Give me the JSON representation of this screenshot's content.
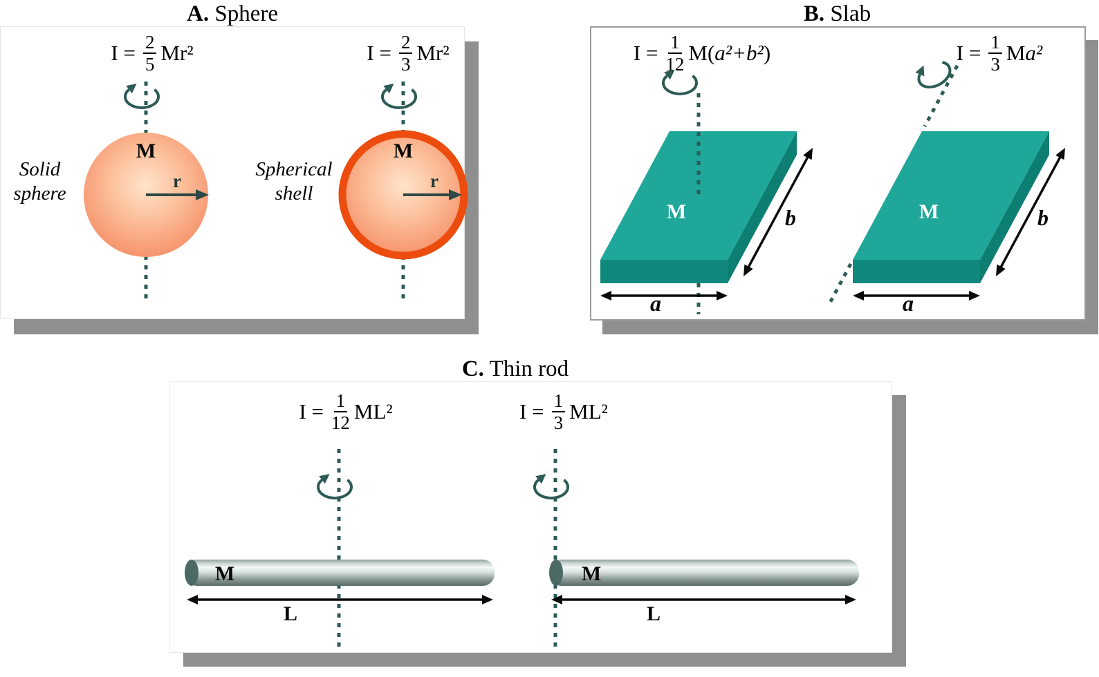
{
  "colors": {
    "slab_top": "#1fa79a",
    "slab_front": "#10887c",
    "slab_side": "#0d7e72",
    "sphere_center": "#ffe4cb",
    "sphere_edge": "#f58e66",
    "shell_ring": "#ec4c0e",
    "axis_dotted": "#2d5b55",
    "panel_shadow": "#8f8f8f"
  },
  "panels": {
    "A": {
      "title_letter": "A.",
      "title_text": " Sphere",
      "solid": {
        "label_line1": "Solid",
        "label_line2": "sphere",
        "mass": "M",
        "radius": "r",
        "formula": {
          "prefix": "I =",
          "num": "2",
          "den": "5",
          "rest1": "Mr²"
        }
      },
      "shell": {
        "label_line1": "Spherical",
        "label_line2": "shell",
        "mass": "M",
        "radius": "r",
        "formula": {
          "prefix": "I =",
          "num": "2",
          "den": "3",
          "rest1": "Mr²"
        }
      }
    },
    "B": {
      "title_letter": "B.",
      "title_text": " Slab",
      "center_axis": {
        "mass": "M",
        "dim_a": "a",
        "dim_b": "b",
        "formula": {
          "prefix": "I =",
          "num": "1",
          "den": "12",
          "rest1": "M(",
          "rest2": "a²+b²",
          "rest3": ")"
        }
      },
      "edge_axis": {
        "mass": "M",
        "dim_a": "a",
        "dim_b": "b",
        "formula": {
          "prefix": "I =",
          "num": "1",
          "den": "3",
          "rest1": "M",
          "rest2": "a²"
        }
      }
    },
    "C": {
      "title_letter": "C.",
      "title_text": " Thin rod",
      "center_axis": {
        "mass": "M",
        "length": "L",
        "formula": {
          "prefix": "I =",
          "num": "1",
          "den": "12",
          "rest1": "ML²"
        }
      },
      "end_axis": {
        "mass": "M",
        "length": "L",
        "formula": {
          "prefix": "I =",
          "num": "1",
          "den": "3",
          "rest1": "ML²"
        }
      }
    }
  }
}
